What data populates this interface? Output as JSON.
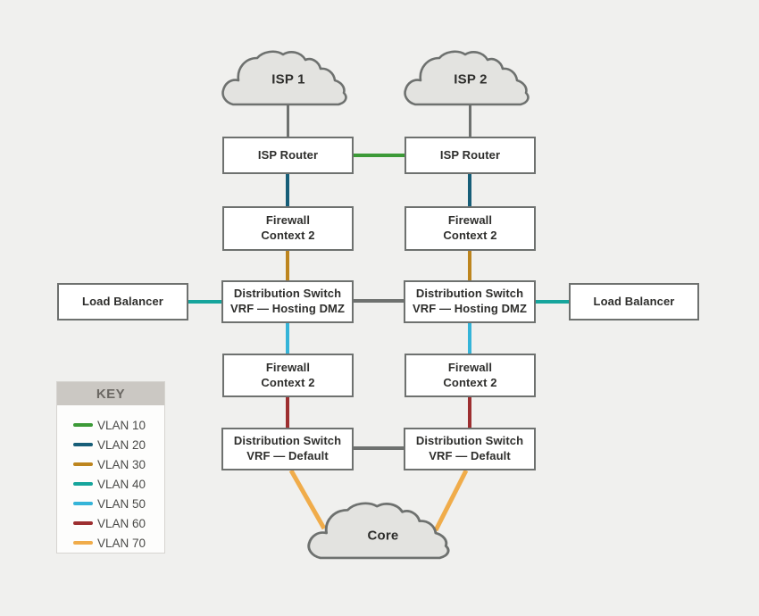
{
  "colors": {
    "vlan10": "#3c9a37",
    "vlan20": "#175e78",
    "vlan30": "#bd851e",
    "vlan40": "#16a59c",
    "vlan50": "#35b4d8",
    "vlan60": "#9d2f30",
    "vlan70": "#f0ac4a",
    "gray_line": "#6e716f"
  },
  "nodes": {
    "isp1": {
      "label": "ISP 1"
    },
    "isp2": {
      "label": "ISP 2"
    },
    "isp_router": {
      "label": "ISP Router"
    },
    "firewall": {
      "line1": "Firewall",
      "line2": "Context 2"
    },
    "dist_dmz": {
      "line1": "Distribution Switch",
      "line2": "VRF — Hosting DMZ"
    },
    "dist_default": {
      "line1": "Distribution Switch",
      "line2": "VRF — Default"
    },
    "load_balancer": {
      "label": "Load Balancer"
    },
    "core": {
      "label": "Core"
    }
  },
  "legend": {
    "title": "KEY",
    "items": [
      {
        "label": "VLAN 10",
        "color": "#3c9a37"
      },
      {
        "label": "VLAN 20",
        "color": "#175e78"
      },
      {
        "label": "VLAN 30",
        "color": "#bd851e"
      },
      {
        "label": "VLAN 40",
        "color": "#16a59c"
      },
      {
        "label": "VLAN 50",
        "color": "#35b4d8"
      },
      {
        "label": "VLAN 60",
        "color": "#9d2f30"
      },
      {
        "label": "VLAN 70",
        "color": "#f0ac4a"
      }
    ]
  }
}
